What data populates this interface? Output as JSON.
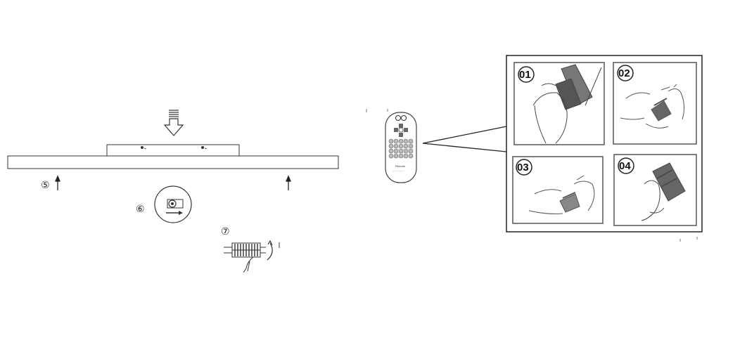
{
  "install": {
    "step5": "⑤",
    "step6": "⑥",
    "step7": "⑦"
  },
  "remote": {
    "brand_text": "Remote",
    "small_text": "..............."
  },
  "battery_panels": [
    {
      "number": "01"
    },
    {
      "number": "02"
    },
    {
      "number": "03"
    },
    {
      "number": "04"
    }
  ]
}
